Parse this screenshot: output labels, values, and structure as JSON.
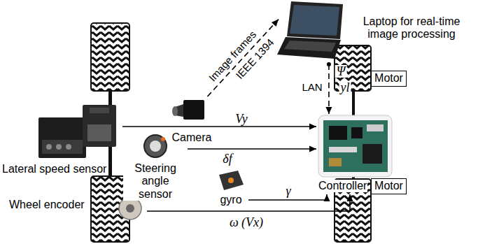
{
  "diagram": {
    "nodes": [
      {
        "text": [
          "Laptop for real-time image processing"
        ]
      },
      {
        "text": [
          "Camera"
        ]
      },
      {
        "text": [
          "Lateral speed sensor"
        ]
      },
      {
        "text": [
          "Steering angle sensor"
        ]
      },
      {
        "text": [
          "gyro"
        ]
      },
      {
        "text": [
          "Wheel encoder"
        ]
      },
      {
        "text": [
          "Controller"
        ]
      },
      {
        "text": [
          "Motor"
        ]
      },
      {
        "text": [
          "Motor"
        ]
      }
    ],
    "edges": [
      {
        "from": 1,
        "to": 0,
        "arrow": "to",
        "label": "Image frames"
      },
      {
        "from": 0,
        "to": 6,
        "arrow": "to",
        "label": "LAN"
      },
      {
        "from": 2,
        "to": 6,
        "arrow": "to",
        "label": "Vy"
      },
      {
        "from": 3,
        "to": 6,
        "arrow": "to",
        "label": "δf"
      },
      {
        "from": 4,
        "to": 6,
        "arrow": "to",
        "label": "γ"
      },
      {
        "from": 5,
        "to": 6,
        "arrow": "to",
        "label": "ω (Vx)"
      }
    ],
    "labels": [
      "IEEE 1394",
      "Ψ",
      "yl"
    ]
  }
}
